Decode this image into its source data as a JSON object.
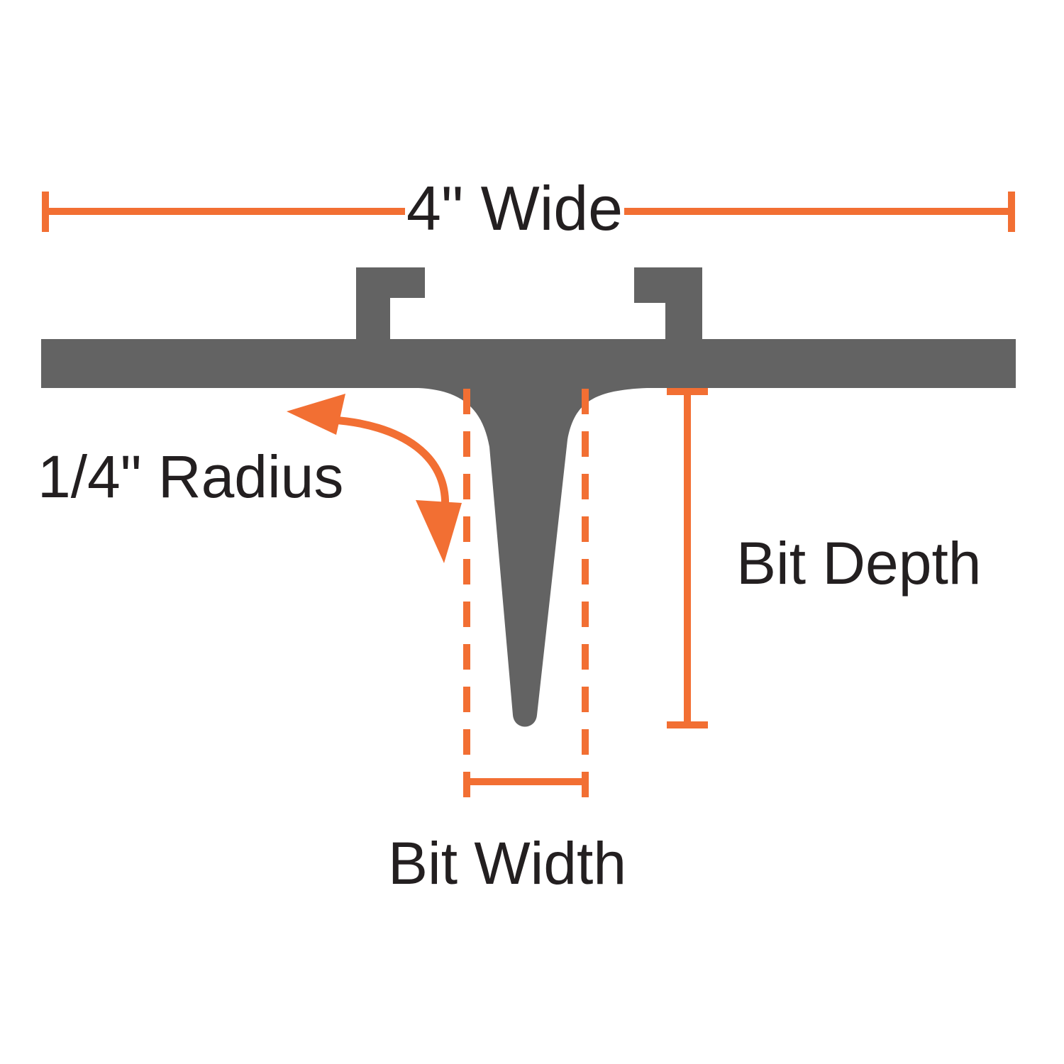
{
  "labels": {
    "overall_width": "4\" Wide",
    "radius": "1/4\" Radius",
    "bit_depth": "Bit Depth",
    "bit_width": "Bit Width"
  },
  "colors": {
    "accent": "#f26f33",
    "profile": "#636363",
    "text": "#231f20",
    "background": "#ffffff"
  }
}
